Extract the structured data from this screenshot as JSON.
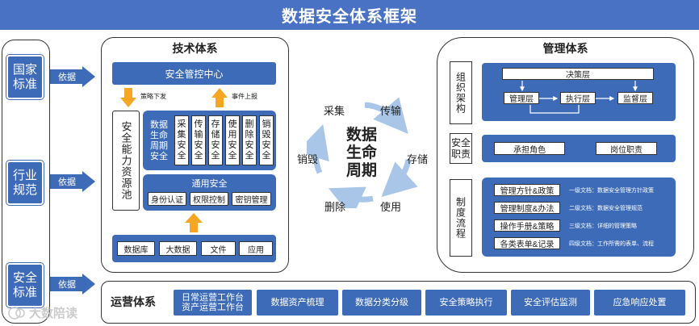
{
  "title": "数据安全体系框架",
  "standards": [
    {
      "label": "国家标准",
      "arrow": "依据"
    },
    {
      "label": "行业规范",
      "arrow": "依据"
    },
    {
      "label": "安全标准",
      "arrow": "依据"
    }
  ],
  "tech": {
    "title": "技术体系",
    "control_center": "安全管控中心",
    "policy_down": "策略下发",
    "event_up": "事件上报",
    "pool": "安全能力资源池",
    "lifecycle_security": "数据生命周期安全",
    "phases": [
      "采集安全",
      "传输安全",
      "存储安全",
      "使用安全",
      "删除安全",
      "销毁安全"
    ],
    "general_security": "通用安全",
    "general_items": [
      "身份认证",
      "权限控制",
      "密钥管理"
    ],
    "bottom_items": [
      "数据库",
      "大数据",
      "文件",
      "应用"
    ]
  },
  "lifecycle": {
    "center": "数据生命周期",
    "stages": [
      "采集",
      "传输",
      "存储",
      "使用",
      "删除",
      "销毁"
    ]
  },
  "mgmt": {
    "title": "管理体系",
    "org_label": "组织架构",
    "decision": "决策层",
    "org_items": [
      "管理层",
      "执行层",
      "监督层"
    ],
    "duty_label": "安全职责",
    "duty_items": [
      "承担角色",
      "岗位职责"
    ],
    "process_label": "制度流程",
    "docs": [
      {
        "name": "管理方针&政策",
        "desc": "一级文档：数据安全管理方针政策"
      },
      {
        "name": "管理制度&办法",
        "desc": "二级文档：数据安全管理规范"
      },
      {
        "name": "操作手册&策略",
        "desc": "三级文档：详细的管理策略"
      },
      {
        "name": "各类表单&记录",
        "desc": "四级文档：工作所需的表单、流程"
      }
    ]
  },
  "ops": {
    "title": "运营体系",
    "items": [
      "日常运营工作台\n资产运营工作台",
      "数据资产梳理",
      "数据分类分级",
      "安全策略执行",
      "安全评估监测",
      "应急响应处置"
    ]
  },
  "watermark": "大数陪读",
  "colors": {
    "primary": "#3e6bb8",
    "title_bar": "#4a72c4",
    "arrow_orange": "#f5a623",
    "cycle": "#a9c6e8"
  }
}
